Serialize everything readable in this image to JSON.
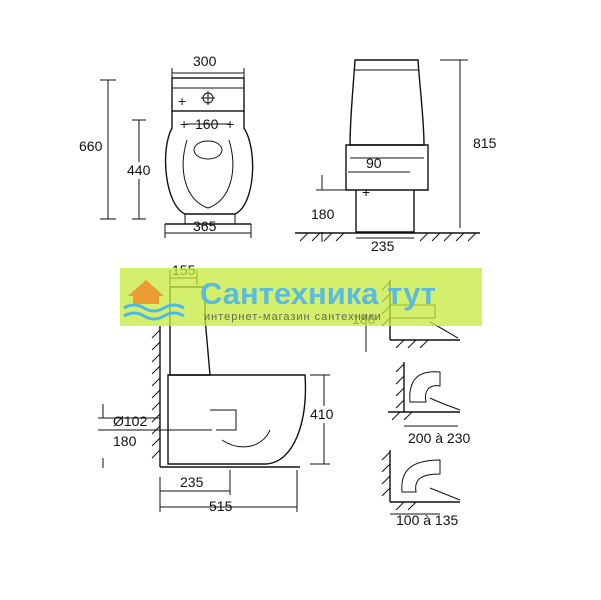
{
  "dimensions": {
    "top_width": "300",
    "flush_spacing": "160",
    "total_height_front": "660",
    "bowl_height": "440",
    "base_width": "365",
    "total_height_side": "815",
    "outlet_offset": "90",
    "outlet_height_side": "180",
    "base_depth": "235",
    "cistern_offset": "155",
    "outlet_diameter": "Ø102",
    "outlet_height": "180",
    "bowl_height_side": "410",
    "floor_to_outlet": "235",
    "total_depth": "515",
    "wall_outlet_height": "180",
    "range_1": "200 à 230",
    "range_2": "100 à 135"
  },
  "watermark": {
    "title": "Сантехника тут",
    "subtitle": "интернет-магазин сантехники",
    "colors": {
      "green": "#f6f52a",
      "blue": "#4fb6ea",
      "orange": "#ef8d2a"
    }
  }
}
